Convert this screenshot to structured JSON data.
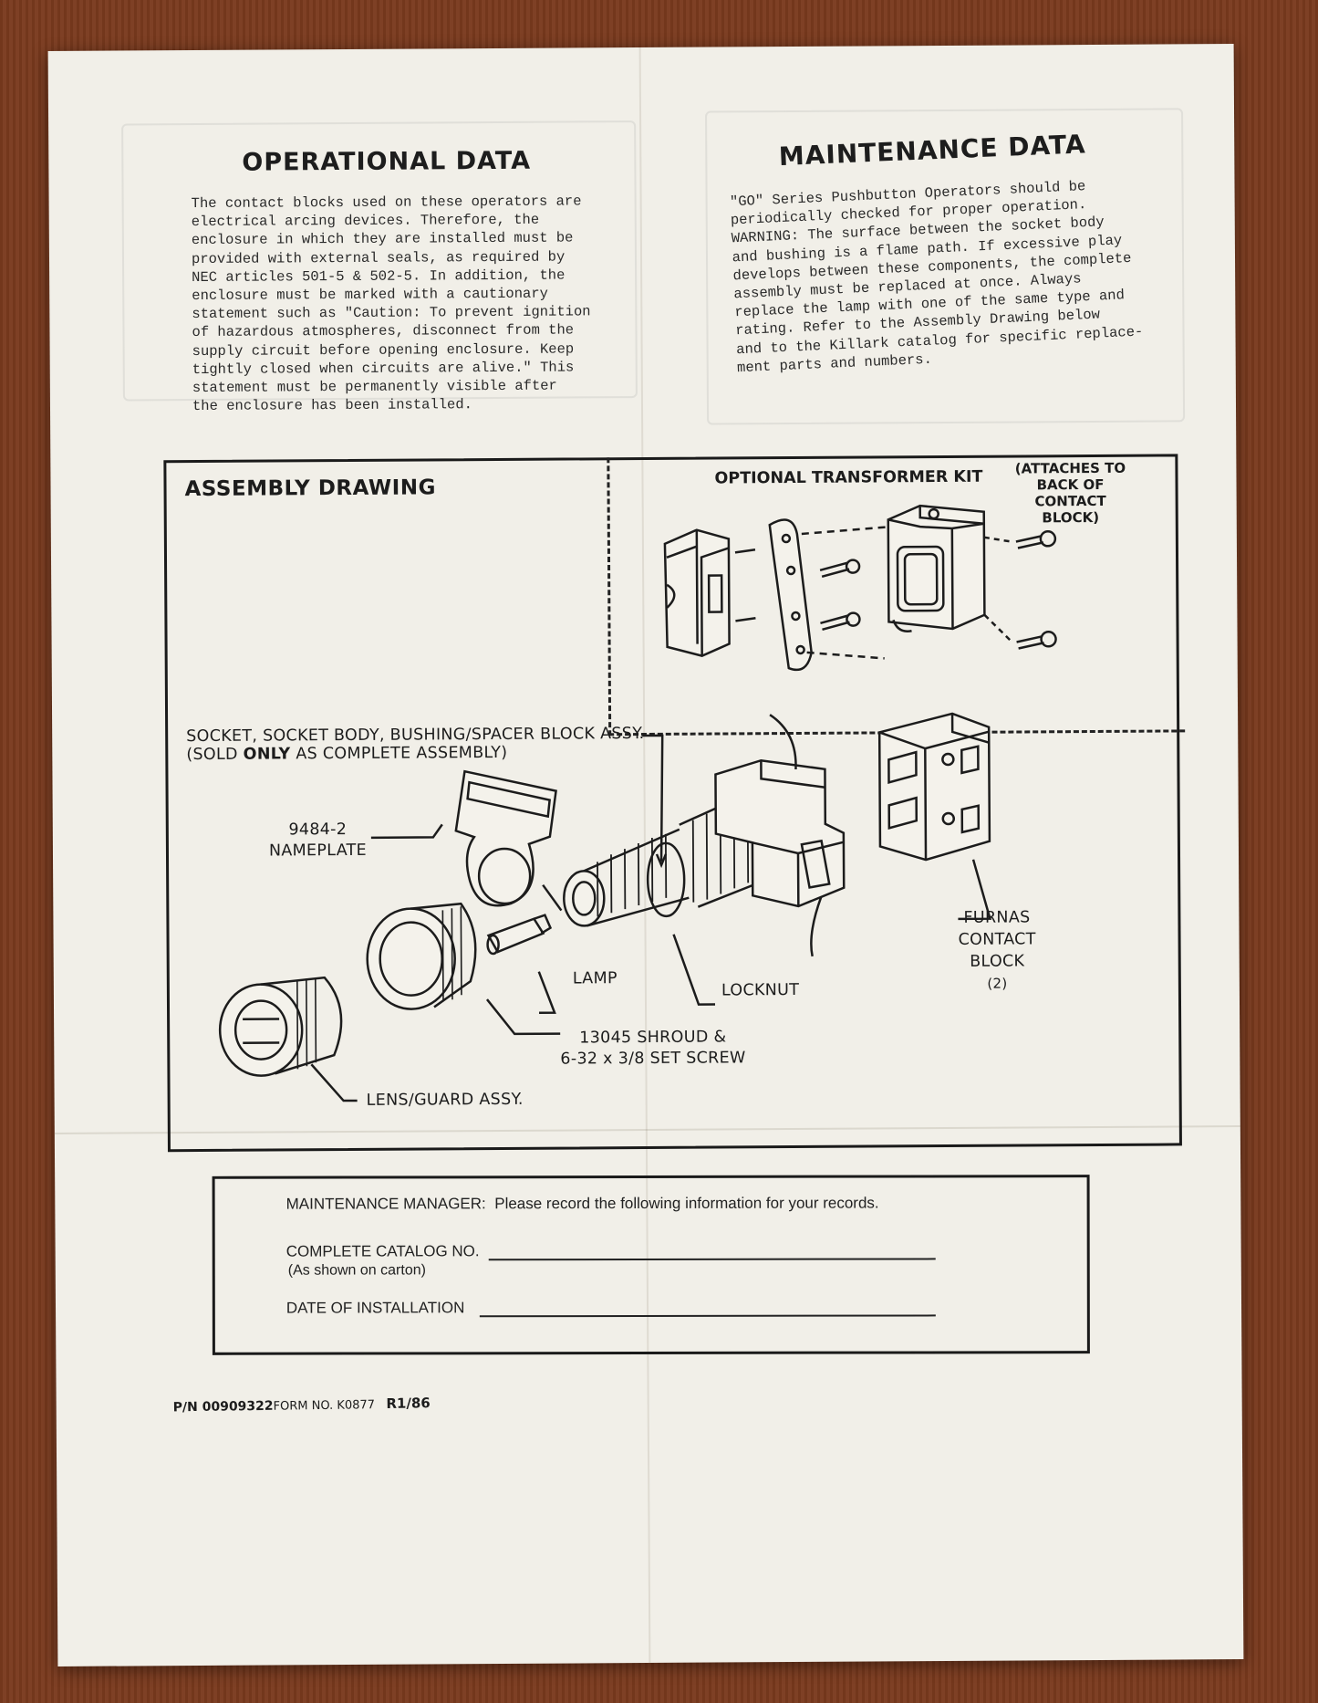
{
  "operational": {
    "title": "OPERATIONAL DATA",
    "lines": [
      "The contact blocks used on these operators are",
      "electrical arcing devices.  Therefore, the",
      "enclosure in which they are installed must be",
      "provided with external seals, as required by",
      "NEC articles 501-5 & 502-5.  In addition, the",
      "enclosure must be marked with a cautionary",
      "statement such as \"Caution: To prevent ignition",
      "of hazardous atmospheres, disconnect from the",
      "supply circuit before opening enclosure.  Keep",
      "tightly closed when circuits are alive.\"  This",
      "statement must be permanently visible after",
      "the enclosure has been installed."
    ]
  },
  "maintenance": {
    "title": "MAINTENANCE DATA",
    "lines": [
      "\"GO\" Series Pushbutton Operators should be",
      "periodically checked for proper operation.",
      "WARNING: The surface between the socket body",
      "and bushing is a flame path.  If excessive play",
      "develops between these components, the complete",
      "assembly must be replaced at once.  Always",
      "replace the lamp with one of the same type and",
      "rating.  Refer to the Assembly Drawing below",
      "and to the Killark catalog for specific replace-",
      "ment parts and numbers."
    ]
  },
  "assembly": {
    "title": "ASSEMBLY DRAWING",
    "kit_title": "OPTIONAL TRANSFORMER KIT",
    "kit_note": [
      "(ATTACHES TO",
      "BACK OF",
      "CONTACT",
      "BLOCK)"
    ],
    "socket_label": [
      "SOCKET, SOCKET BODY, BUSHING/SPACER BLOCK ASSY.",
      "(SOLD ",
      "ONLY",
      " AS COMPLETE ASSEMBLY)"
    ],
    "nameplate": [
      "9484-2",
      "NAMEPLATE"
    ],
    "lamp": "LAMP",
    "locknut": "LOCKNUT",
    "furnas": [
      "FURNAS",
      "CONTACT",
      "BLOCK",
      "(2)"
    ],
    "shroud": [
      "13045 SHROUD &",
      "6-32 x 3/8 SET SCREW"
    ],
    "lens": "LENS/GUARD ASSY."
  },
  "records": {
    "intro_label": "MAINTENANCE MANAGER:",
    "intro_text": "Please record the following information for your records.",
    "catalog_label": "COMPLETE   CATALOG NO.",
    "catalog_sub": "(As shown on carton)",
    "date_label": "DATE OF  INSTALLATION"
  },
  "footer": {
    "pn": "P/N 00909322",
    "form": "FORM NO. K0877",
    "rev": "R1/86"
  }
}
